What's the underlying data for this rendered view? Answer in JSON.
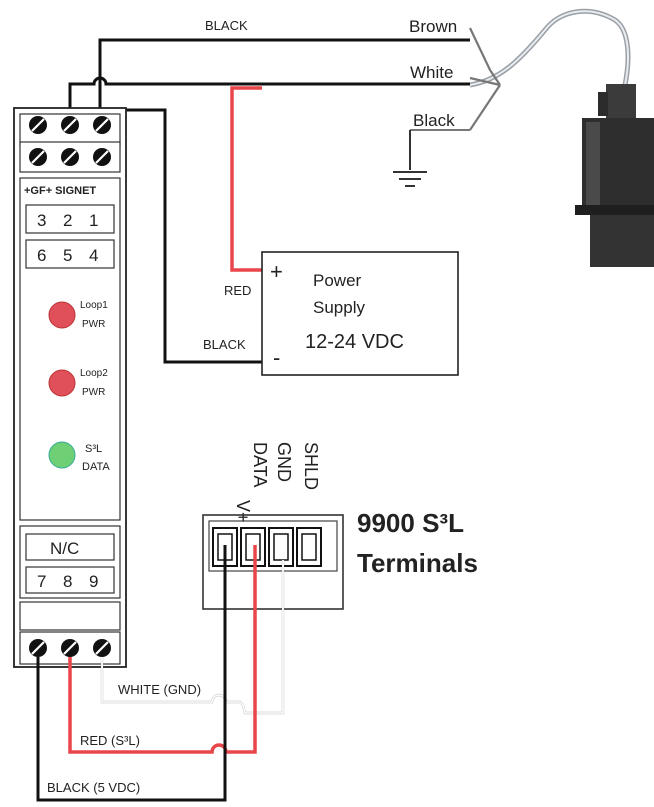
{
  "sensor": {
    "wire_brown": "Brown",
    "wire_white": "White",
    "wire_black": "Black"
  },
  "top_wires": {
    "black_top": "BLACK",
    "red_ps": "RED",
    "black_ps": "BLACK"
  },
  "power_supply": {
    "plus": "+",
    "minus": "-",
    "line1": "Power",
    "line2": "Supply",
    "voltage": "12-24 VDC"
  },
  "module": {
    "brand": "+GF+ SIGNET",
    "terminals_top_a": [
      "3",
      "2",
      "1"
    ],
    "terminals_top_b": [
      "6",
      "5",
      "4"
    ],
    "led1_l1": "Loop1",
    "led1_l2": "PWR",
    "led2_l1": "Loop2",
    "led2_l2": "PWR",
    "led3_l1": "S³L",
    "led3_l2": "DATA",
    "nc_label": "N/C",
    "terminals_bottom": [
      "7",
      "8",
      "9"
    ],
    "led_colors": {
      "red": "#e0505a",
      "green": "#6fcf74"
    }
  },
  "s3l": {
    "pin_vplus": "V+",
    "pin_data": "DATA",
    "pin_gnd": "GND",
    "pin_shld": "SHLD",
    "title_l1": "9900 S³L",
    "title_l2": "Terminals"
  },
  "bottom_wires": {
    "white_gnd": "WHITE (GND)",
    "red_s3l": "RED (S³L)",
    "black_5v": "BLACK (5 VDC)"
  }
}
